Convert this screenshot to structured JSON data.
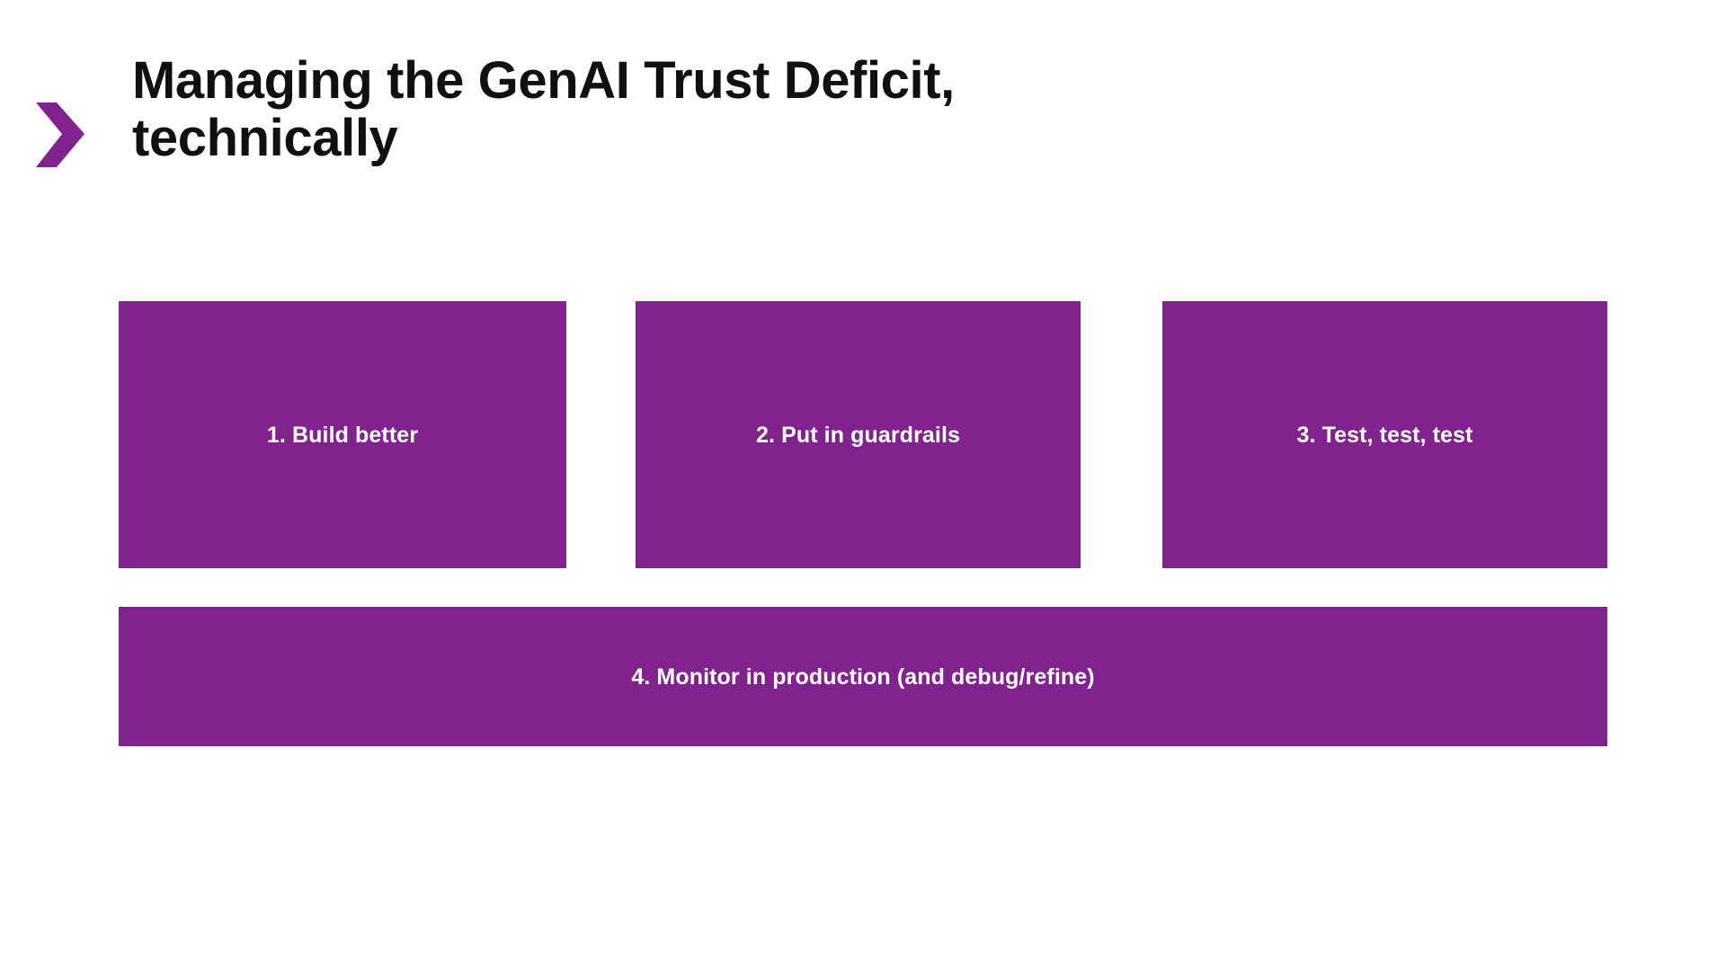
{
  "slide": {
    "background_color": "#ffffff",
    "accent_color": "#82228f",
    "title_color": "#101010",
    "title": "Managing the GenAI Trust Deficit,\ntechnically",
    "chevron_icon": "chevron-right-icon"
  },
  "steps": [
    {
      "label": "1. Build better"
    },
    {
      "label": "2. Put in guardrails"
    },
    {
      "label": "3. Test, test, test"
    },
    {
      "label": "4. Monitor in production (and debug/refine)"
    }
  ]
}
